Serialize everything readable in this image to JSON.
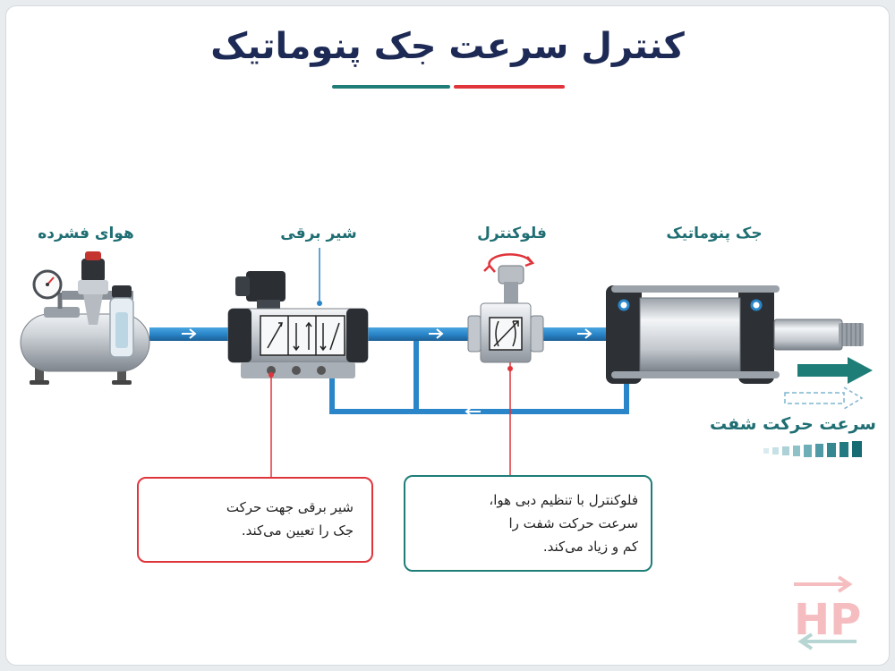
{
  "title": "کنترل سرعت جک پنوماتیک",
  "components": {
    "compressed_air": "هوای فشرده",
    "solenoid_valve": "شیر برقی",
    "flow_control": "فلوکنترل",
    "cylinder": "جک پنوماتیک"
  },
  "shaft_speed_label": "سرعت حرکت شفت",
  "callout_valve": {
    "line1": "شیر برقی جهت حرکت",
    "line2": "جک را تعیین می‌کند.",
    "icon": "gear-icon",
    "color": "#e0343b"
  },
  "callout_flow": {
    "line1": "فلوکنترل با تنظیم دبی هوا،",
    "line2": "سرعت حرکت شفت را",
    "line3": "کم و زیاد می‌کند.",
    "icon": "gauge-icon",
    "color": "#1f7d78"
  },
  "watermark": "HP",
  "colors": {
    "title": "#1d2a55",
    "pipe": "#2a86c9",
    "teal": "#1f7d78",
    "red": "#e0343b"
  }
}
